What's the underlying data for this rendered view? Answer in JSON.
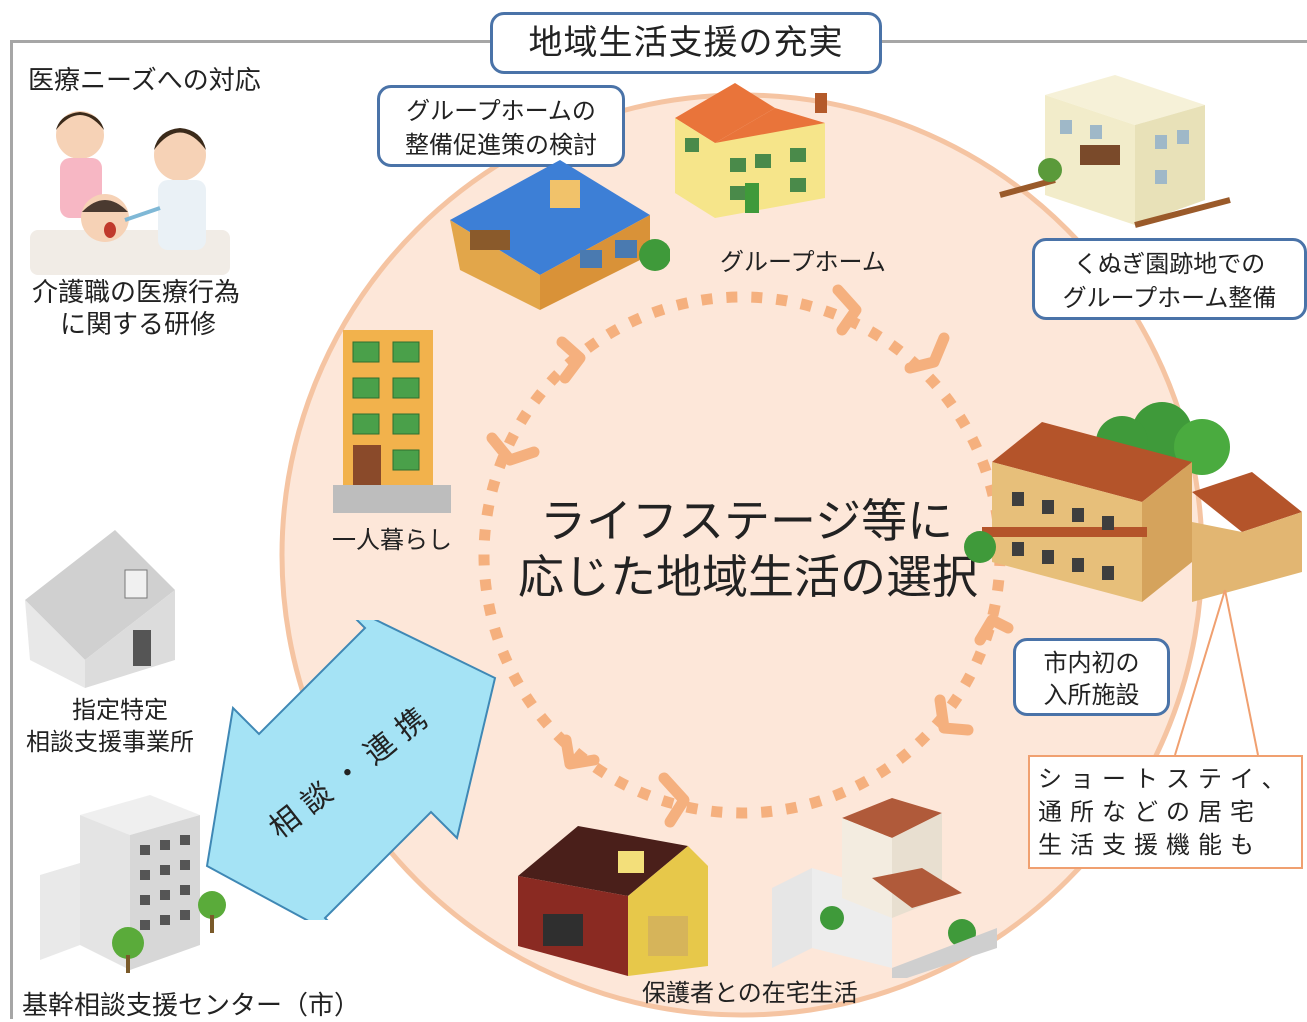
{
  "title": "地域生活支援の充実",
  "center_text": [
    "ライフステージ等に",
    "応じた地域生活の選択"
  ],
  "medical": {
    "heading": "医療ニーズへの対応",
    "caption": [
      "介護職の医療行為",
      "に関する研修"
    ]
  },
  "group_home_review": [
    "グループホームの",
    "整備促進策の検討"
  ],
  "group_home_label": "グループホーム",
  "kunugi": [
    "くぬぎ園跡地での",
    "グループホーム整備"
  ],
  "living_alone": "一人暮らし",
  "facility": [
    "市内初の",
    "入所施設"
  ],
  "short_stay": [
    "ショートステイ、",
    "通所などの居宅",
    "生活支援機能も"
  ],
  "home_with_guardian": "保護者との在宅生活",
  "designated_office": [
    "指定特定",
    "相談支援事業所"
  ],
  "consult_link": "相談・連携",
  "core_center": "基幹相談支援センター（市）",
  "colors": {
    "circle_fill": "#fde7d9",
    "circle_ring": "#f5c4a2",
    "dotted_arrow": "#f5b07e",
    "box_border": "#4a73a8",
    "arrow_fill": "#a5e3f5",
    "arrow_stroke": "#3f88b5",
    "note_border": "#f0a070"
  }
}
